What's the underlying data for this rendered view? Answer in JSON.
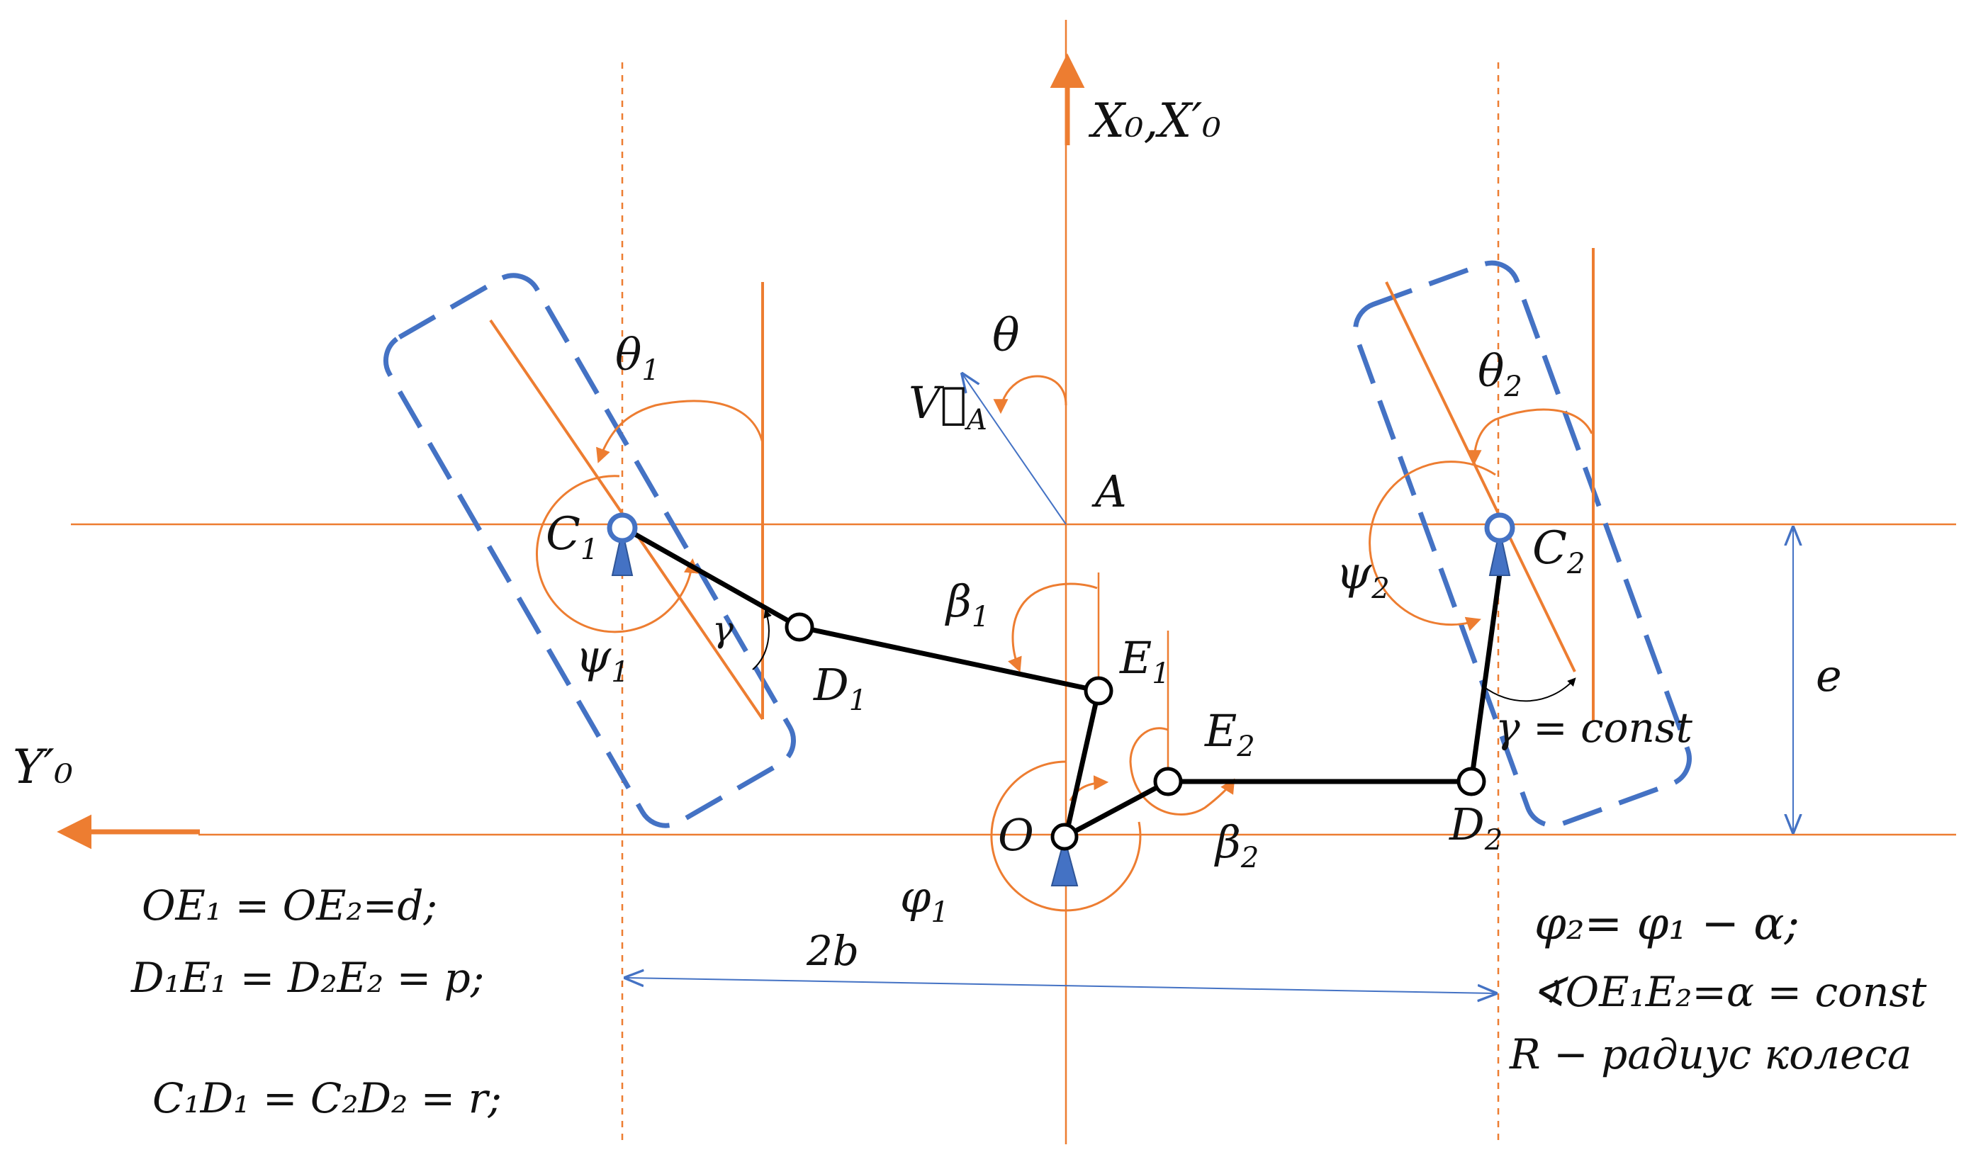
{
  "labels": {
    "x_axis": "X₀,X′₀",
    "y_axis": "Y′₀",
    "v_a": "V⃗",
    "v_a_sub": "A",
    "theta": "θ",
    "theta1": "θ",
    "theta1_sub": "1",
    "theta2": "θ",
    "theta2_sub": "2",
    "point_a": "A",
    "c1": "C",
    "c1_sub": "1",
    "c2": "C",
    "c2_sub": "2",
    "psi1": "ψ",
    "psi1_sub": "1",
    "psi2": "ψ",
    "psi2_sub": "2",
    "gamma": "γ",
    "gamma_const": "γ = const",
    "beta1": "β",
    "beta1_sub": "1",
    "beta2": "β",
    "beta2_sub": "2",
    "e1": "E",
    "e1_sub": "1",
    "e2": "E",
    "e2_sub": "2",
    "d1": "D",
    "d1_sub": "1",
    "d2": "D",
    "d2_sub": "2",
    "point_o": "O",
    "phi1": "φ",
    "phi1_sub": "1",
    "dim_e": "e",
    "dim_2b": "2b"
  },
  "formulas": {
    "oe": "OE₁ = OE₂=d;",
    "de": "D₁E₁ = D₂E₂ = p;",
    "cd": "C₁D₁ = C₂D₂ = r;",
    "phi2": "φ₂= φ₁ − α;",
    "angle": "∢OE₁E₂=α = const",
    "radius": "R − радиус колеса"
  },
  "colors": {
    "orange": "#ED7D31",
    "blue": "#4472C4",
    "black": "#000000"
  }
}
